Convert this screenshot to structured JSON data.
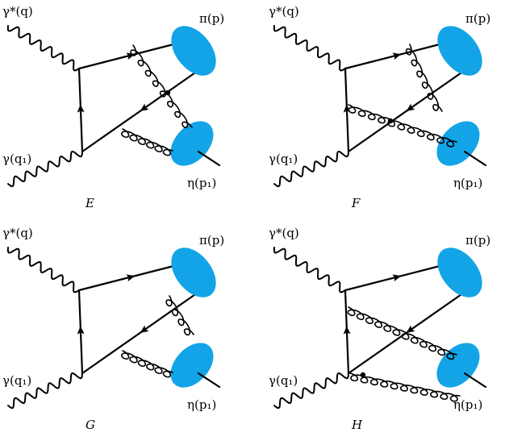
{
  "panels": [
    {
      "id": "E",
      "caption": "E",
      "photon_virtual": "γ*(q)",
      "photon_real": "γ(q₁)",
      "pion": "π(p)",
      "eta": "η(p₁)"
    },
    {
      "id": "F",
      "caption": "F",
      "photon_virtual": "γ*(q)",
      "photon_real": "γ(q₁)",
      "pion": "π(p)",
      "eta": "η(p₁)"
    },
    {
      "id": "G",
      "caption": "G",
      "photon_virtual": "γ*(q)",
      "photon_real": "γ(q₁)",
      "pion": "π(p)",
      "eta": "η(p₁)"
    },
    {
      "id": "H",
      "caption": "H",
      "photon_virtual": "γ*(q)",
      "photon_real": "γ(q₁)",
      "pion": "π(p)",
      "eta": "η(p₁)"
    }
  ],
  "colors": {
    "blob": "#12a4e6",
    "line": "#000000"
  }
}
